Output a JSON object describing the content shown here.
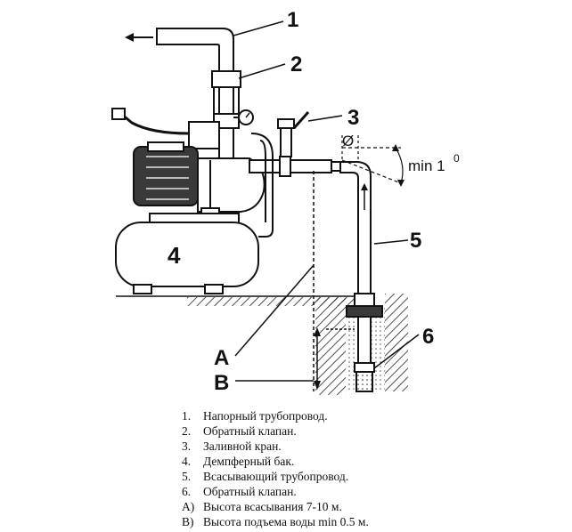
{
  "callouts": {
    "c1": "1",
    "c2": "2",
    "c3": "3",
    "c4": "4",
    "c5": "5",
    "c6": "6",
    "cA": "A",
    "cB": "B",
    "angle": "min 1",
    "degree": "0",
    "diameter": "Ø"
  },
  "legend": [
    {
      "num": "1.",
      "text": "Напорный трубопровод."
    },
    {
      "num": "2.",
      "text": "Обратный клапан."
    },
    {
      "num": "3.",
      "text": "Заливной кран."
    },
    {
      "num": "4.",
      "text": "Демпферный бак."
    },
    {
      "num": "5.",
      "text": "Всасывающий трубопровод."
    },
    {
      "num": "6.",
      "text": "Обратный клапан."
    },
    {
      "num": "A)",
      "text": "Высота всасывания 7-10 м."
    },
    {
      "num": "B)",
      "text": "Высота подъема воды  min 0.5 м."
    }
  ]
}
